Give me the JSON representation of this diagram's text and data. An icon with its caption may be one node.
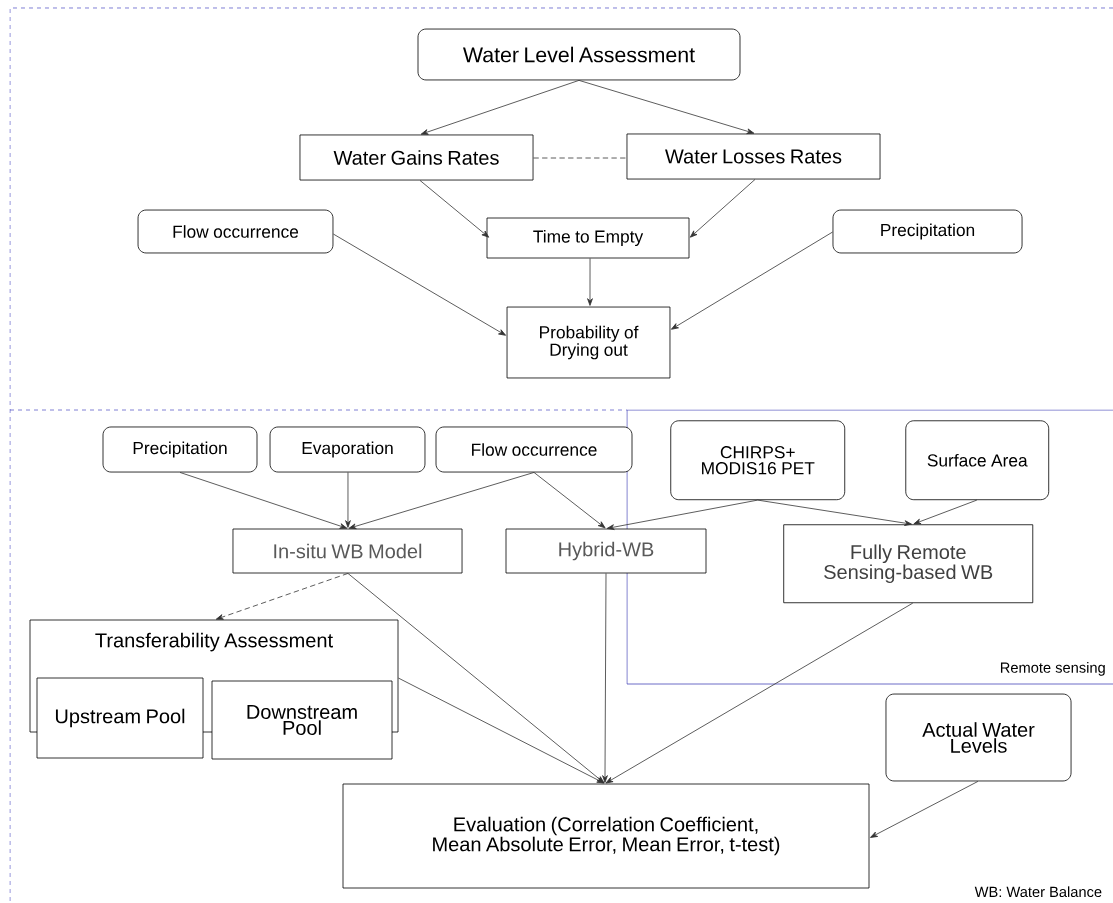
{
  "diagram": {
    "nodes": [
      {
        "text": [
          "Water Level Assessment"
        ]
      },
      {
        "text": [
          "Water Gains Rates"
        ]
      },
      {
        "text": [
          "Water Losses Rates"
        ]
      },
      {
        "text": [
          "Flow occurrence"
        ]
      },
      {
        "text": [
          "Time to Empty"
        ]
      },
      {
        "text": [
          "Precipitation"
        ]
      },
      {
        "text": [
          "Probability of Drying out"
        ]
      },
      {
        "text": [
          "Remote sensing"
        ]
      },
      {
        "text": [
          "Precipitation"
        ]
      },
      {
        "text": [
          "Evaporation"
        ]
      },
      {
        "text": [
          "Flow occurrence"
        ]
      },
      {
        "text": [
          "CHIRPS+ MODIS16 PET"
        ],
        "in": 7
      },
      {
        "text": [
          "Surface Area"
        ],
        "in": 7
      },
      {
        "text": [
          "In-situ WB Model"
        ]
      },
      {
        "text": [
          "Hybrid-WB"
        ]
      },
      {
        "text": [
          "Fully Remote Sensing-based WB"
        ],
        "in": 7
      },
      {
        "text": [
          "Transferability Assessment"
        ]
      },
      {
        "text": [
          "Upstream Pool"
        ]
      },
      {
        "text": [
          "Downstream Pool"
        ]
      },
      {
        "text": [
          "Actual Water Levels"
        ]
      },
      {
        "text": [
          "Evaluation (Correlation Coefficient, Mean Absolute Error, Mean Error, t-test)"
        ]
      }
    ],
    "edges": [
      {
        "from": 0,
        "to": 1,
        "arrow": "to"
      },
      {
        "from": 0,
        "to": 2,
        "arrow": "to"
      },
      {
        "from": 1,
        "to": 2,
        "arrow": "none",
        "style": "dashed"
      },
      {
        "from": 1,
        "to": 4,
        "arrow": "to"
      },
      {
        "from": 2,
        "to": 4,
        "arrow": "to"
      },
      {
        "from": 4,
        "to": 6,
        "arrow": "to"
      },
      {
        "from": 3,
        "to": 6,
        "arrow": "to"
      },
      {
        "from": 5,
        "to": 6,
        "arrow": "to"
      },
      {
        "from": 8,
        "to": 13,
        "arrow": "to"
      },
      {
        "from": 9,
        "to": 13,
        "arrow": "to"
      },
      {
        "from": 10,
        "to": 13,
        "arrow": "to"
      },
      {
        "from": 10,
        "to": 14,
        "arrow": "to"
      },
      {
        "from": 11,
        "to": 14,
        "arrow": "to"
      },
      {
        "from": 11,
        "to": 15,
        "arrow": "to"
      },
      {
        "from": 12,
        "to": 15,
        "arrow": "to"
      },
      {
        "from": 13,
        "to": 16,
        "arrow": "to",
        "style": "dashed"
      },
      {
        "from": 13,
        "to": 20,
        "arrow": "to"
      },
      {
        "from": 14,
        "to": 20,
        "arrow": "to"
      },
      {
        "from": 15,
        "to": 20,
        "arrow": "to"
      },
      {
        "from": 16,
        "to": 20,
        "arrow": "to"
      },
      {
        "from": 19,
        "to": 20,
        "arrow": "to"
      }
    ],
    "labels": [
      "WB: Water Balance"
    ]
  }
}
